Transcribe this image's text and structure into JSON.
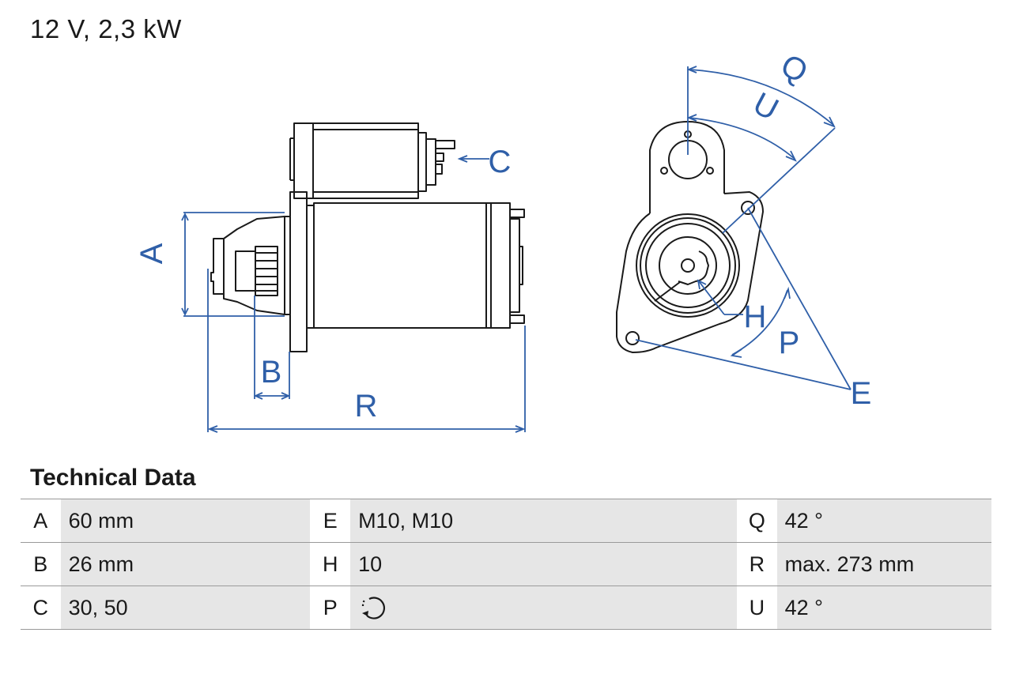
{
  "header": {
    "title": "12 V, 2,3 kW"
  },
  "diagram": {
    "labels": {
      "a": "A",
      "b": "B",
      "c": "C",
      "r": "R",
      "q": "Q",
      "u": "U",
      "h": "H",
      "p": "P",
      "e": "E"
    },
    "colors": {
      "dimension": "#2f5fa8",
      "outline": "#1a1a1a"
    }
  },
  "technical_data": {
    "heading": "Technical Data",
    "rows": [
      [
        {
          "key": "A",
          "value": "60 mm"
        },
        {
          "key": "E",
          "value": "M10, M10"
        },
        {
          "key": "Q",
          "value": "42 °"
        }
      ],
      [
        {
          "key": "B",
          "value": "26 mm"
        },
        {
          "key": "H",
          "value": "10"
        },
        {
          "key": "R",
          "value": "max. 273 mm"
        }
      ],
      [
        {
          "key": "C",
          "value": "30, 50"
        },
        {
          "key": "P",
          "value": "",
          "icon": "clockwise-rotation-icon"
        },
        {
          "key": "U",
          "value": "42 °"
        }
      ]
    ]
  }
}
